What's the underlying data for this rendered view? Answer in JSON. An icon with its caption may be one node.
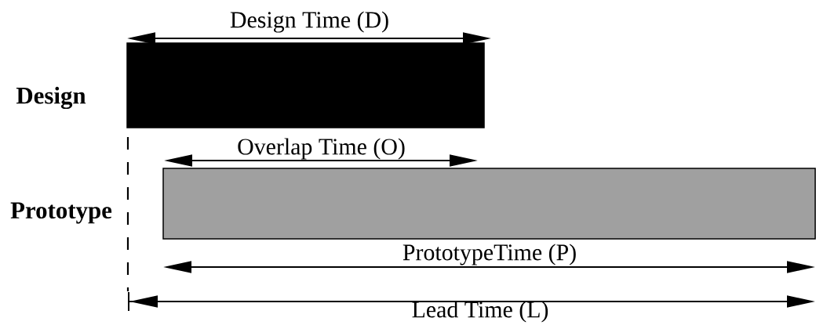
{
  "diagram": {
    "nodes": [
      {
        "text": [],
        "shape": "bar",
        "beside": [
          "Design"
        ]
      },
      {
        "text": [],
        "shape": "bar",
        "beside": [
          "Prototype"
        ]
      }
    ],
    "labels": [
      "Design Time (D)",
      "Overlap Time (O)",
      "PrototypeTime (P)",
      "Lead Time (L)"
    ]
  }
}
